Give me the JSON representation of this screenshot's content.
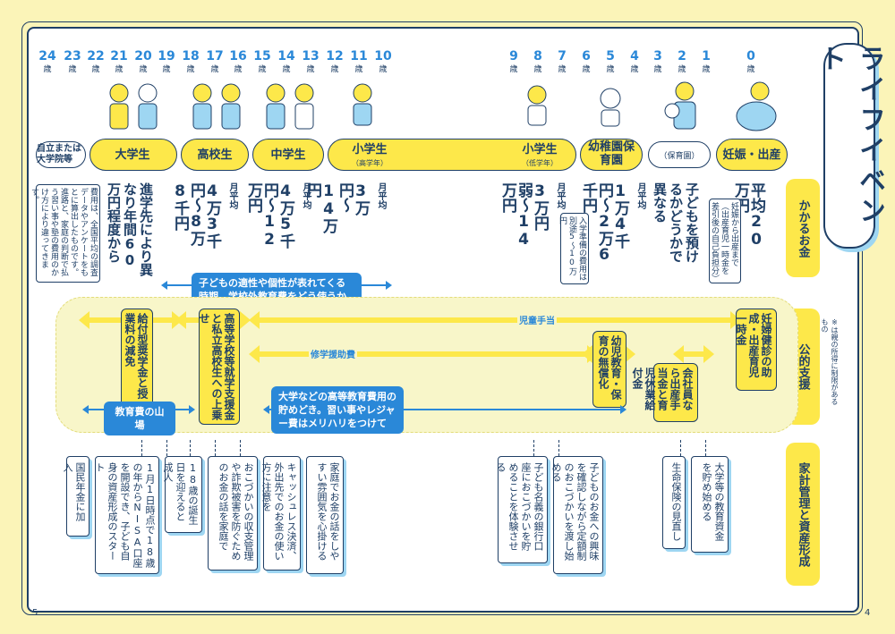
{
  "title": "ライフイベント",
  "ages": [
    "24",
    "23",
    "22",
    "21",
    "20",
    "19",
    "18",
    "17",
    "16",
    "15",
    "14",
    "13",
    "12",
    "11",
    "10",
    "9",
    "8",
    "7",
    "6",
    "5",
    "4",
    "3",
    "2",
    "1",
    "0"
  ],
  "sai": "歳",
  "stages": {
    "jiritsu": "自立または大学院等",
    "daigaku": "大学生",
    "koko": "高校生",
    "chugaku": "中学生",
    "sho_high": "小学生",
    "sho_high_sub": "（高学年）",
    "sho_low": "小学生",
    "sho_low_sub": "（低学年）",
    "yochien": "幼稚園保育園",
    "hoikuen": "（保育園）",
    "ninshin": "妊娠・出産"
  },
  "side_tabs": {
    "kakaru": "かかるお金",
    "koteki": "公的支援",
    "kakei": "家計管理と資産形成"
  },
  "costs": {
    "daigaku": "進学先により異なり年間60万円程度から",
    "daigaku_note": "費用は、全国平均の調査データやアンケートをもとに算出したものです。進路と、家庭の判断で払う習い事や塾の費用のかけ方により違ってきます。",
    "koko_prefix": "月平均",
    "koko": "4万3千円〜8万8千円",
    "chugaku_prefix": "月平均",
    "chugaku": "4万5千円〜12万円",
    "sho_high_prefix": "月平均",
    "sho_high": "3万円〜14万円",
    "sho_low_prefix": "月平均",
    "sho_low": "3万円弱〜14万円",
    "yochien_prefix": "月平均",
    "yochien": "1万4千円〜2万6千円",
    "yochien_note": "入学準備の費用は別途5〜10万円",
    "hoikuen": "子どもを預けるかどうかで異なる",
    "ninshin": "平均20万円",
    "ninshin_note": "妊娠から出産まで（出産育児一時金を差引後の自己負担分）"
  },
  "band": {
    "top_msg": "子どもの適性や個性が表れてくる時期。学校外教育費をどう使うかがポイント",
    "jido_teate": "児童手当",
    "shugaku": "修学援助費",
    "kyufu": "給付型奨学金と授業料の減免",
    "koko_shien": "高等学校等就学支援金と私立高校生への上乗せ",
    "yoji": "幼児教育・保育の無償化",
    "kaisha": "会社員なら出産手当金と育児休業給付金",
    "ninpu": "妊婦健診の助成・出産育児一時金",
    "yamaba": "教育費の山場",
    "chokin_msg": "大学などの高等教育費用の貯めどき。習い事やレジャー費はメリハリをつけて",
    "footnote": "※は親の所得に制限があるもの"
  },
  "fin": [
    "国民年金に加入",
    "1月1日時点で18歳の年からNISA口座を開設でき、子ども自身の資産形成のスタート",
    "18歳の誕生日を迎えると成人",
    "おこづかいの収支管理や詐欺被害を防ぐためのお金の話を家庭で",
    "キャッシュレス決済、外出先でのお金の使い方に注意を",
    "家庭でお金の話をしやすい雰囲気を心掛ける",
    "子ども名義の銀行口座におこづかいを貯めることを体験させる",
    "子どものお金への興味を確認しながら定額制のおこづかいを渡し始める",
    "生命保険の見直し",
    "大学等の教育資金を貯め始める"
  ],
  "page_left": "5",
  "page_right": "4",
  "colors": {
    "accent_yellow": "#fde84a",
    "navy": "#1f3f66",
    "blue": "#2a88d8"
  }
}
